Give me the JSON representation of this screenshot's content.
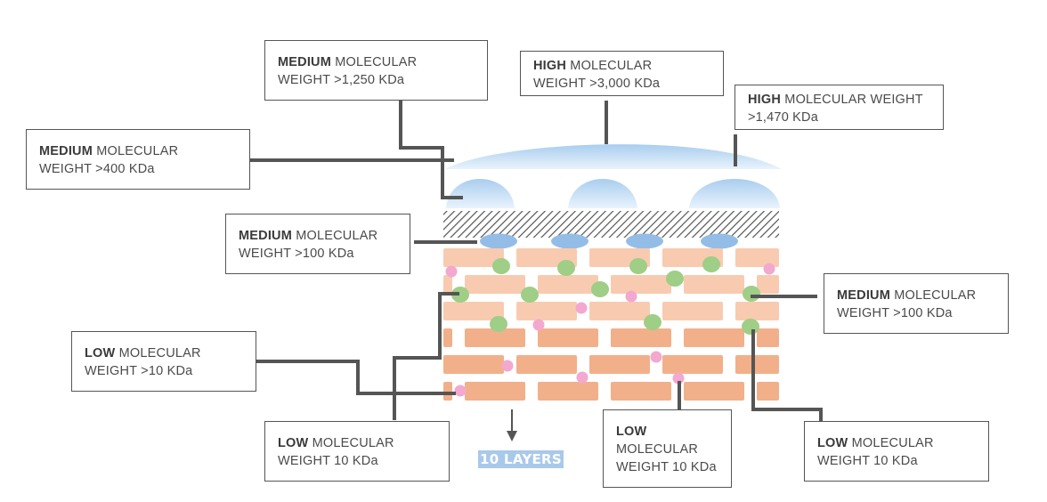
{
  "labels": [
    {
      "id": "label-medium-1250",
      "weight": "MEDIUM",
      "text1": " MOLECULAR",
      "text2": "WEIGHT >1,250 KDa"
    },
    {
      "id": "label-high-3000",
      "weight": "HIGH",
      "text1": " MOLECULAR",
      "text2": "WEIGHT >3,000 KDa"
    },
    {
      "id": "label-high-1470",
      "weight": "HIGH",
      "text1": " MOLECULAR WEIGHT",
      "text2": ">1,470 KDa"
    },
    {
      "id": "label-medium-400",
      "weight": "MEDIUM",
      "text1": " MOLECULAR",
      "text2": "WEIGHT >400 KDa"
    },
    {
      "id": "label-medium-100-left",
      "weight": "MEDIUM",
      "text1": " MOLECULAR",
      "text2": "WEIGHT >100 KDa"
    },
    {
      "id": "label-medium-100-right",
      "weight": "MEDIUM",
      "text1": " MOLECULAR",
      "text2": "WEIGHT >100 KDa"
    },
    {
      "id": "label-low-10-left",
      "weight": "LOW",
      "text1": " MOLECULAR",
      "text2": "WEIGHT >10 KDa"
    },
    {
      "id": "label-low-10-bottom-left",
      "weight": "LOW",
      "text1": " MOLECULAR",
      "text2": "WEIGHT 10 KDa"
    },
    {
      "id": "label-low-10-bottom-center",
      "weight": "LOW",
      "text1": "",
      "text2": "MOLECULAR",
      "text3": "WEIGHT 10 KDa"
    },
    {
      "id": "label-low-10-bottom-right",
      "weight": "LOW",
      "text1": " MOLECULAR",
      "text2": "WEIGHT 10 KDa"
    }
  ],
  "layers_label": "10 LAYERS",
  "colors": {
    "brick_light": "#f8cbb0",
    "brick_dark": "#f2b08a",
    "green_cell": "#9fce86",
    "pink_cell": "#f3a8cf",
    "blue_film": "#bcdaf3",
    "blue_oval": "#93bde6",
    "line": "#555555",
    "layers_bg": "#a9c9ea"
  }
}
